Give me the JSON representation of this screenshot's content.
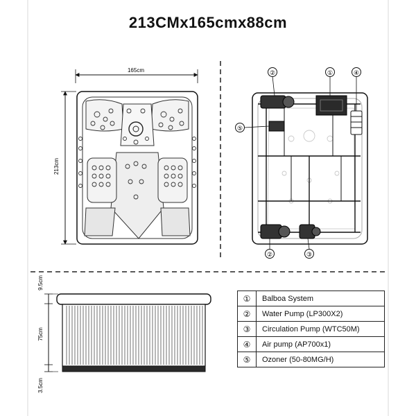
{
  "title": "213CMx165cmx88cm",
  "dimensions": {
    "top_width": "165cm",
    "top_height": "213cm",
    "side_lid": "9.5cm",
    "side_body": "75cm",
    "side_base": "3.5cm"
  },
  "callouts": [
    "②",
    "①",
    "④",
    "⑤",
    "②",
    "③"
  ],
  "legend": [
    {
      "num": "①",
      "label": "Balboa System"
    },
    {
      "num": "②",
      "label": "Water Pump (LP300X2)"
    },
    {
      "num": "③",
      "label": "Circulation Pump (WTC50M)"
    },
    {
      "num": "④",
      "label": "Air pump (AP700x1)"
    },
    {
      "num": "⑤",
      "label": "Ozoner (50-80MG/H)"
    }
  ]
}
